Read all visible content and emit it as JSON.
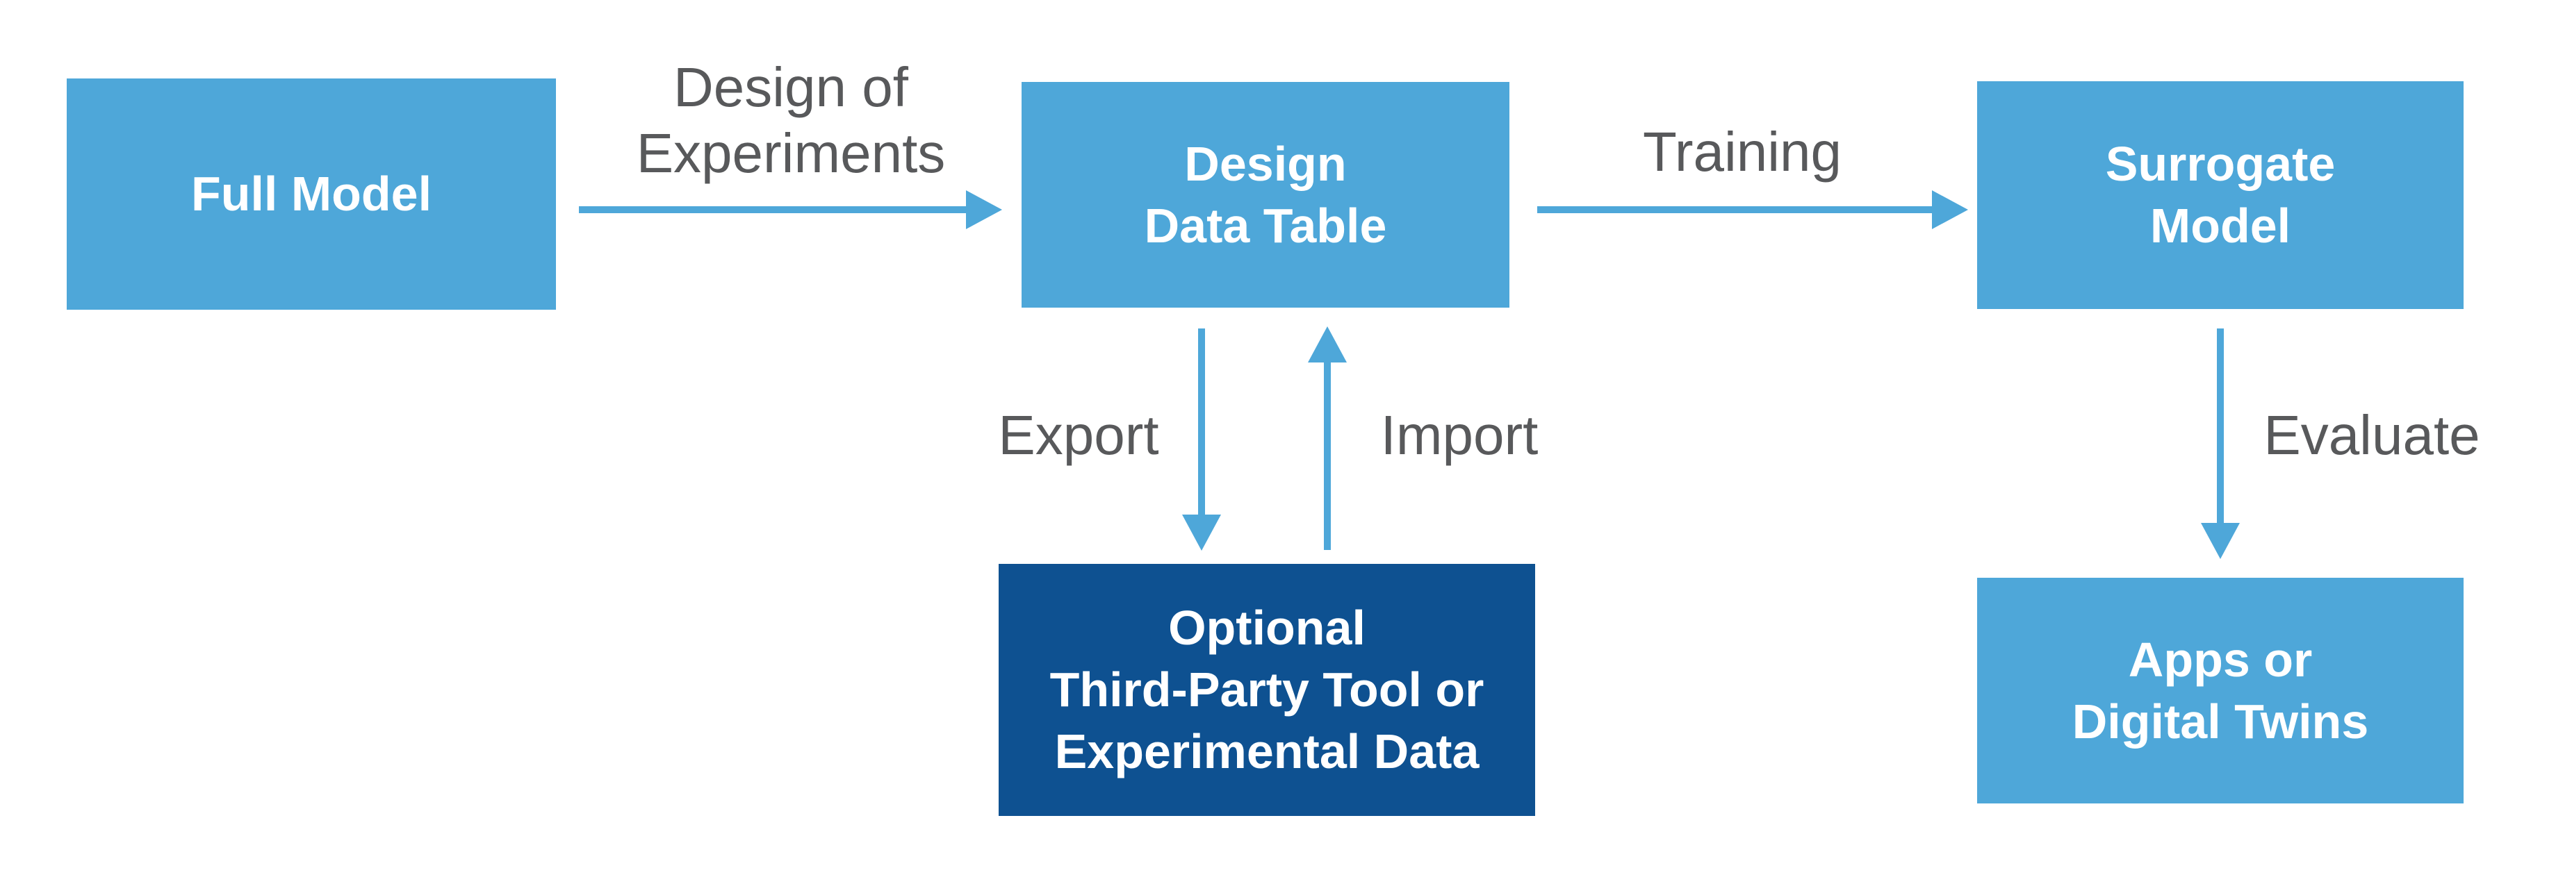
{
  "colors": {
    "background": "#FFFFFF",
    "box_light": "#4EA7D9",
    "box_dark": "#0E5191",
    "box_text": "#FFFFFF",
    "arrow": "#4EA7D9",
    "label_text": "#58595B"
  },
  "nodes": {
    "full_model": {
      "lines": [
        "Full Model"
      ]
    },
    "design_data_table": {
      "lines": [
        "Design",
        "Data Table"
      ]
    },
    "surrogate_model": {
      "lines": [
        "Surrogate",
        "Model"
      ]
    },
    "optional_third_party": {
      "lines": [
        "Optional",
        "Third-Party Tool or",
        "Experimental Data"
      ]
    },
    "apps_digital_twins": {
      "lines": [
        "Apps or",
        "Digital Twins"
      ]
    }
  },
  "edges": {
    "design_of_experiments": {
      "lines": [
        "Design of",
        "Experiments"
      ]
    },
    "training": {
      "label": "Training"
    },
    "export": {
      "label": "Export"
    },
    "import": {
      "label": "Import"
    },
    "evaluate": {
      "label": "Evaluate"
    }
  }
}
